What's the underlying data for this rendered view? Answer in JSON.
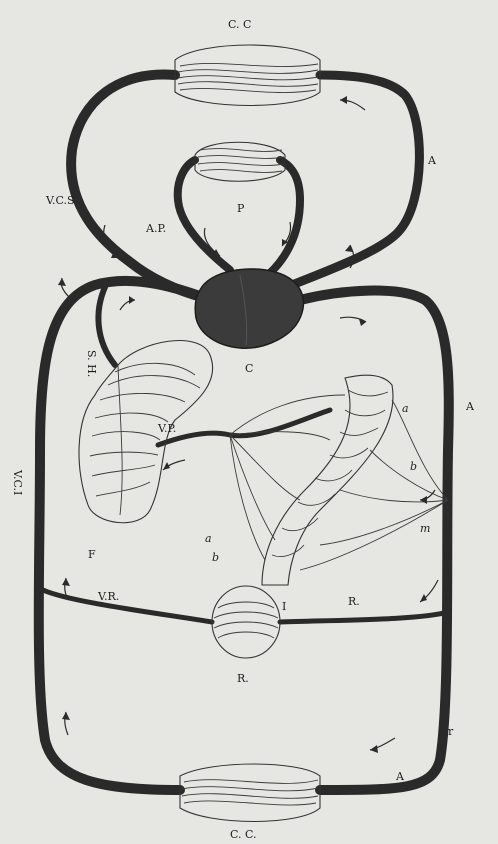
{
  "labels": {
    "cc_top": "C. C",
    "a_right_upper": "A",
    "vcs": "V.C.S",
    "ap": "A.P.",
    "p": "P",
    "sh": "S. H.",
    "c": "C",
    "a_right_mid": "A",
    "a_small": "a",
    "vp": "V.P.",
    "b_small_right": "b",
    "vci": "V.C.I",
    "m": "m",
    "a_small_lower": "a",
    "b_small_lower": "b",
    "f": "F",
    "i": "I",
    "vr": "V.R.",
    "r_right": "R.",
    "r_bottom": "R.",
    "a_bottom": "A",
    "cc_bottom": "C. C.",
    "corner_mark": "r"
  },
  "colors": {
    "background": "#e6e6e3",
    "ink": "#2a2a2a",
    "heart_fill": "#3b3b3b"
  }
}
